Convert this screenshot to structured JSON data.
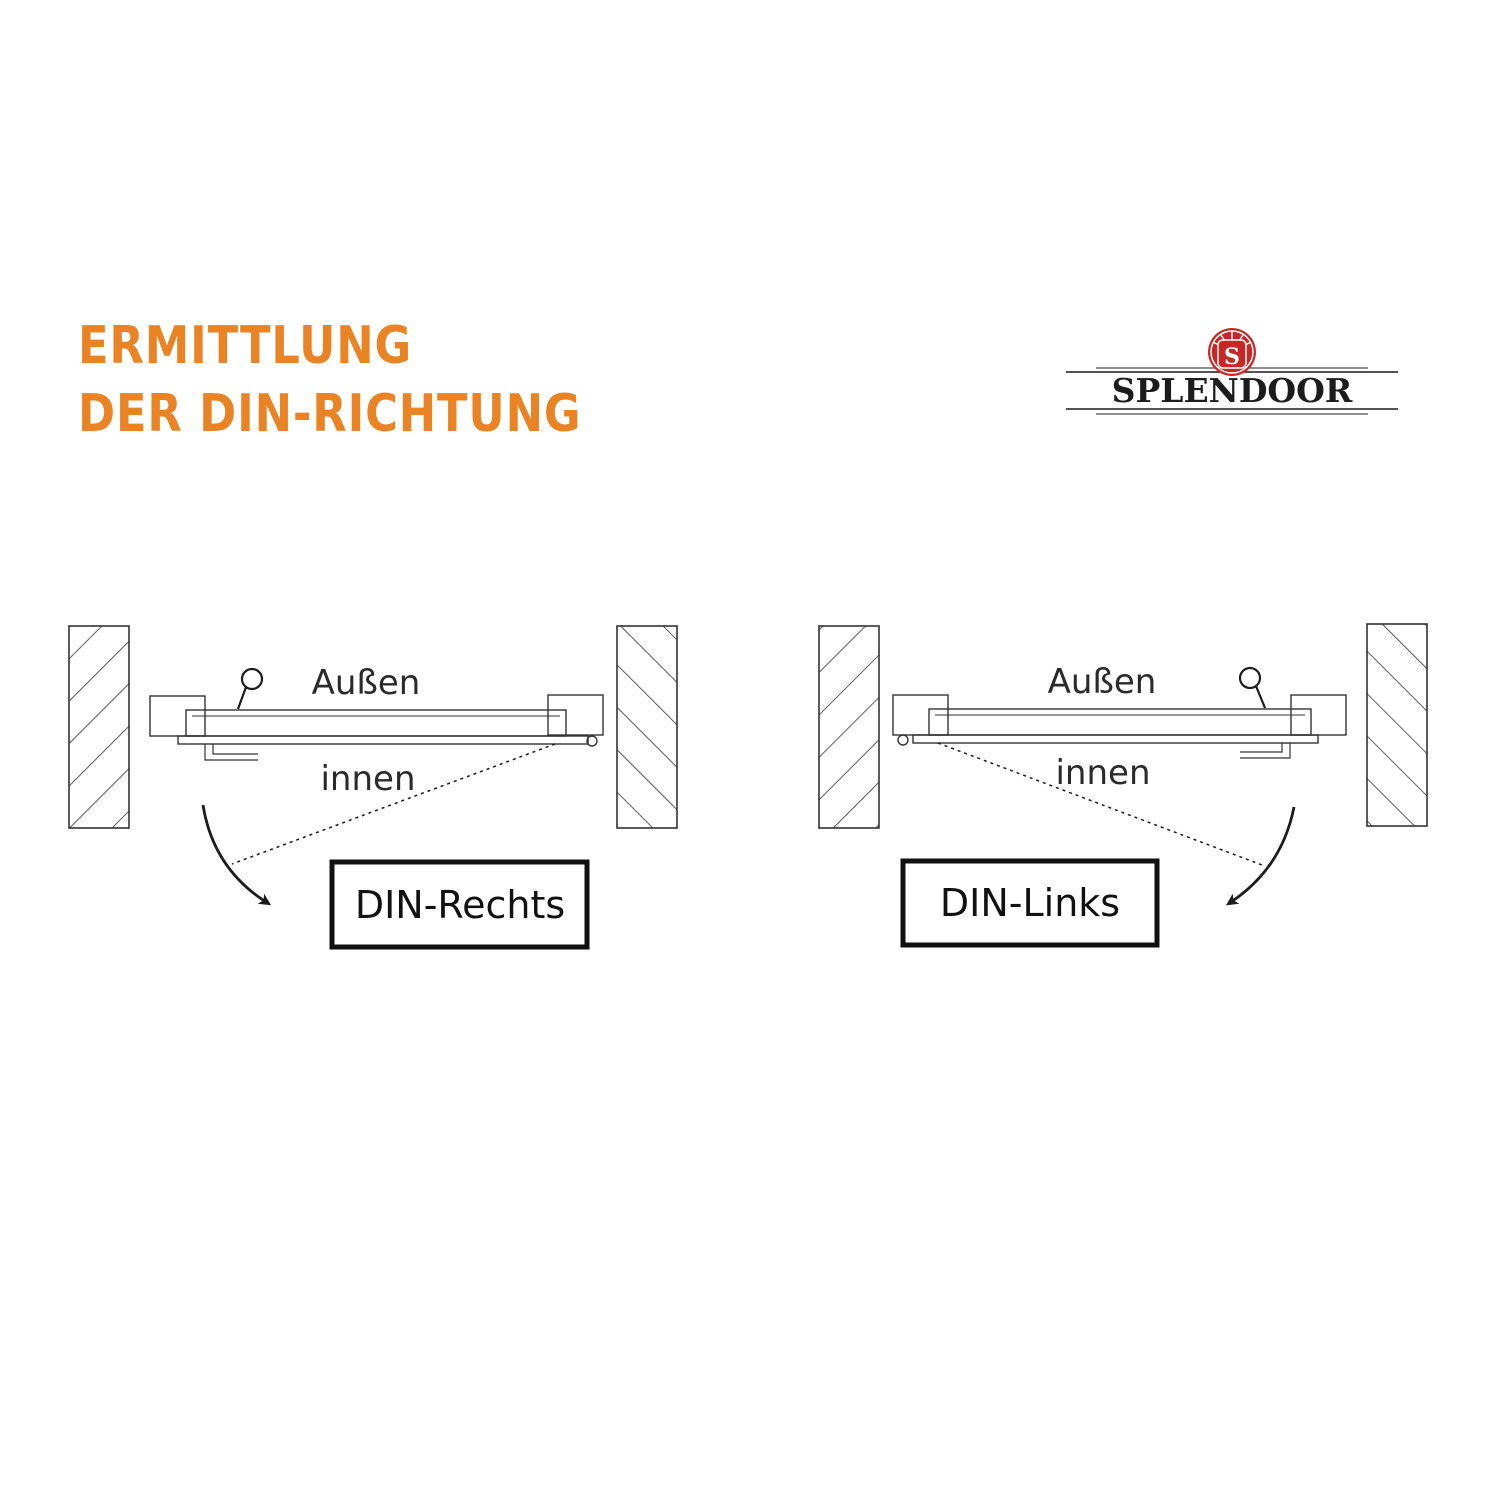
{
  "heading": {
    "line1": "ERMITTLUNG",
    "line2": "DER DIN-RICHTUNG"
  },
  "brand": {
    "part1": "SPLEN",
    "part2": "DOOR",
    "emblem_letter": "S",
    "emblem_color": "#c62828"
  },
  "accent_color": "#ea8324",
  "diagrams": {
    "right": {
      "outside_label": "Außen",
      "inside_label": "innen",
      "direction_label": "DIN-Rechts"
    },
    "left": {
      "outside_label": "Außen",
      "inside_label": "innen",
      "direction_label": "DIN-Links"
    }
  }
}
